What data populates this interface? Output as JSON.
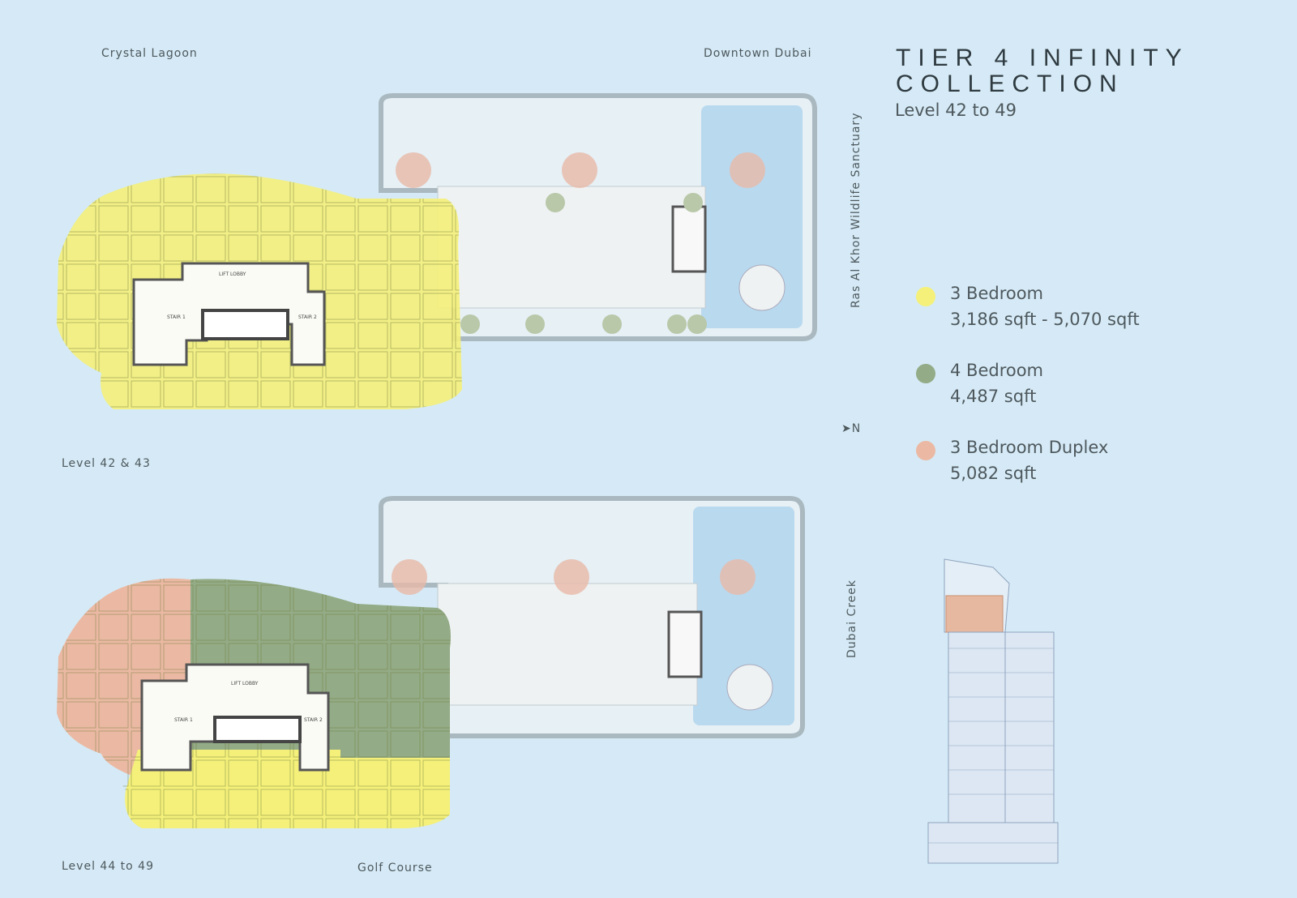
{
  "title_line1": "TIER 4 INFINITY",
  "title_line2": "COLLECTION",
  "subtitle": "Level 42 to 49",
  "orientation": {
    "top_left": "Crystal Lagoon",
    "top_right": "Downtown Dubai",
    "right_upper": "Ras Al Khor Wildlife Sanctuary",
    "right_lower": "Dubai Creek",
    "bottom": "Golf Course",
    "north": "N"
  },
  "plans": [
    {
      "label": "Level 42 & 43",
      "core": [
        "LIFT LOBBY",
        "STAIR 1",
        "STAIR 2"
      ]
    },
    {
      "label": "Level 44 to 49",
      "core": [
        "LIFT LOBBY",
        "STAIR 1",
        "STAIR 2"
      ]
    }
  ],
  "legend": [
    {
      "name": "3 Bedroom",
      "area": "3,186 sqft - 5,070 sqft",
      "color": "#f4f07a"
    },
    {
      "name": "4 Bedroom",
      "area": "4,487 sqft",
      "color": "#93ab86"
    },
    {
      "name": "3 Bedroom Duplex",
      "area": "5,082 sqft",
      "color": "#ebb9a3"
    }
  ]
}
